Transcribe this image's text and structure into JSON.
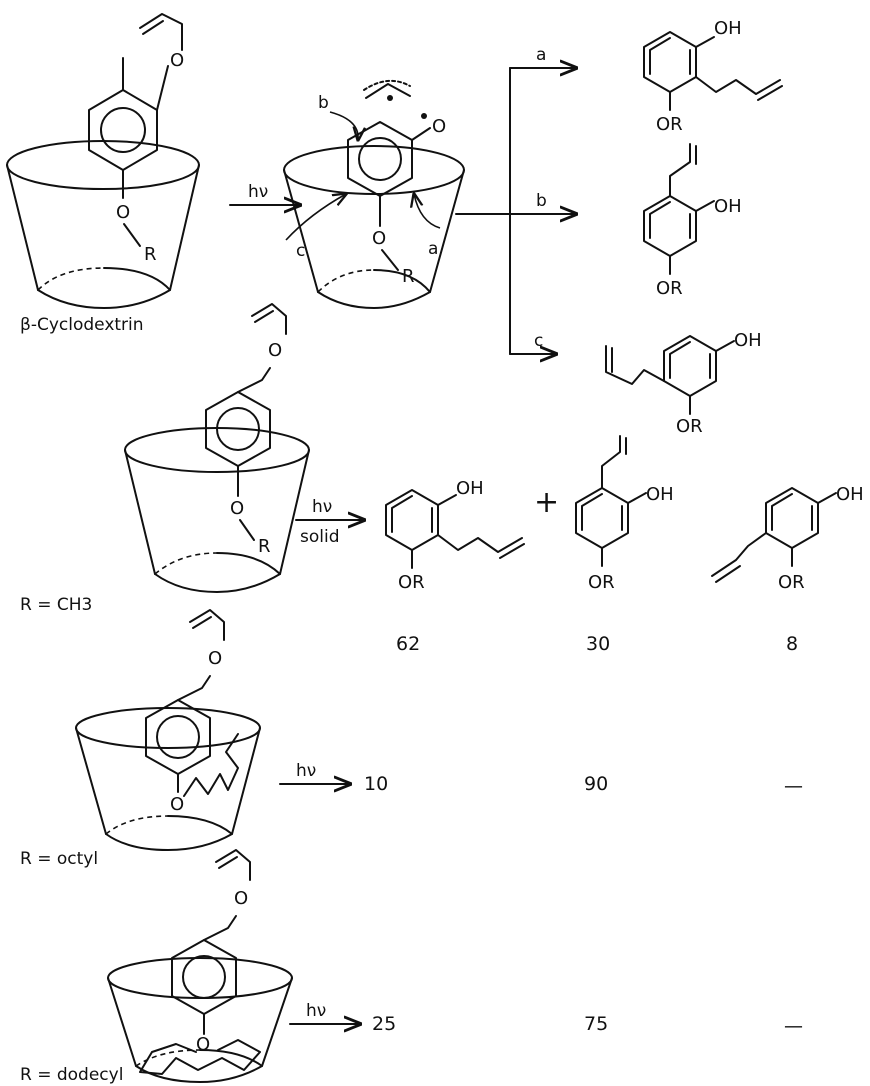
{
  "labels": {
    "host": "β-Cyclodextrin",
    "hv": "hν",
    "solid": "solid",
    "path_a": "a",
    "path_b": "b",
    "path_c": "c",
    "plus": "+",
    "oh": "OH",
    "or": "OR",
    "o": "O",
    "r": "R",
    "dash": "—"
  },
  "rows": [
    {
      "substituent": "R = CH3",
      "yields": [
        "62",
        "30",
        "8"
      ]
    },
    {
      "substituent": "R = octyl",
      "yields": [
        "10",
        "90",
        "—"
      ]
    },
    {
      "substituent": "R = dodecyl",
      "yields": [
        "25",
        "75",
        "—"
      ]
    }
  ]
}
